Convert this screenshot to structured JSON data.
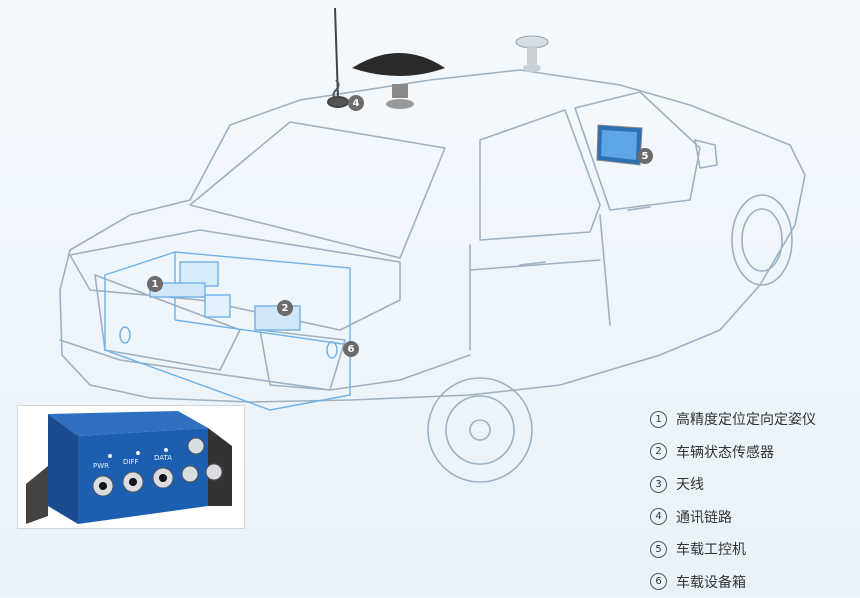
{
  "callouts": [
    "1",
    "2",
    "4",
    "5",
    "6"
  ],
  "device_labels": {
    "pwr": "PWR",
    "diff": "DIFF",
    "data": "DATA"
  },
  "legend": [
    {
      "num": "1",
      "label": "高精度定位定向定姿仪"
    },
    {
      "num": "2",
      "label": "车辆状态传感器"
    },
    {
      "num": "3",
      "label": "天线"
    },
    {
      "num": "4",
      "label": "通讯链路"
    },
    {
      "num": "5",
      "label": "车载工控机"
    },
    {
      "num": "6",
      "label": "车载设备箱"
    }
  ],
  "colors": {
    "line": "#9fb1c0",
    "trunk_box": "#6fb2e8",
    "device_body": "#1c5fb0",
    "callout": "#6b6b6b"
  }
}
